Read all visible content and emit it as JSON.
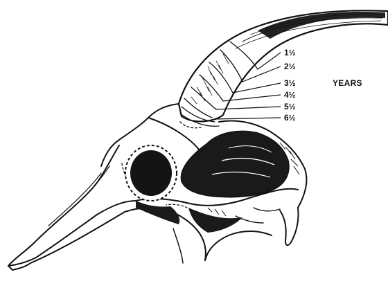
{
  "diagram": {
    "ring_labels": [
      "1½",
      "2½",
      "3½",
      "4½",
      "5½",
      "6½"
    ],
    "unit_label": "YEARS",
    "colors": {
      "ink": "#111111",
      "background": "#ffffff"
    }
  }
}
